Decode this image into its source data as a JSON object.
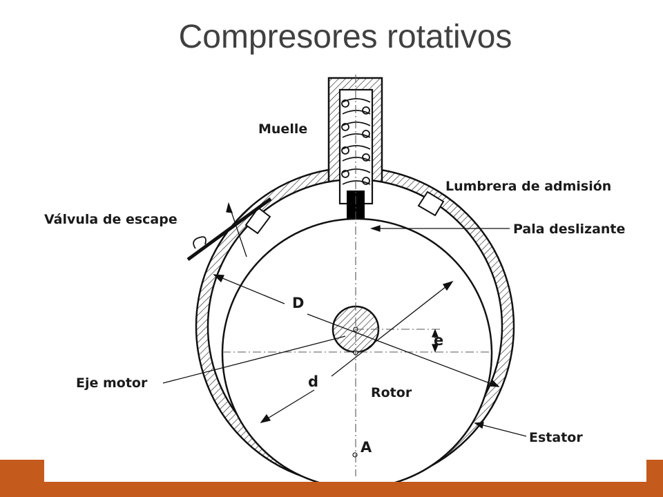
{
  "slide": {
    "title": "Compresores rotativos",
    "accent_color": "#c55a1d"
  },
  "diagram": {
    "labels": {
      "muelle": "Muelle",
      "lumbrera": "Lumbrera de admisión",
      "valvula": "Válvula de escape",
      "pala": "Pala deslizante",
      "diam_D": "D",
      "excentricidad": "e",
      "eje_motor": "Eje motor",
      "diam_d": "d",
      "rotor": "Rotor",
      "estator": "Estator",
      "punto_A": "A"
    }
  }
}
